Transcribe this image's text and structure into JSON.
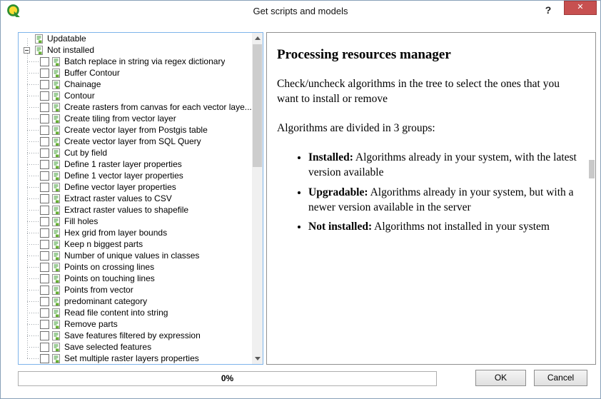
{
  "window": {
    "title": "Get scripts and models",
    "help_label": "?",
    "close_label": "✕"
  },
  "tree": {
    "groups": [
      {
        "label": "Updatable",
        "expander": false,
        "children": []
      },
      {
        "label": "Not installed",
        "expander": true,
        "children": [
          "Batch replace in string via regex dictionary",
          "Buffer Contour",
          "Chainage",
          "Contour",
          "Create rasters from canvas for each vector laye...",
          "Create tiling from vector layer",
          "Create vector layer from Postgis table",
          "Create vector layer from SQL Query",
          "Cut by field",
          "Define 1 raster layer properties",
          "Define 1 vector layer properties",
          "Define vector layer properties",
          "Extract raster values to CSV",
          "Extract raster values to shapefile",
          "Fill holes",
          "Hex grid from layer bounds",
          "Keep n biggest parts",
          "Number of unique values in classes",
          "Points on crossing lines",
          "Points on touching lines",
          "Points from vector",
          "predominant category",
          "Read file content into string",
          "Remove parts",
          "Save features filtered by expression",
          "Save selected features",
          "Set multiple raster layers properties"
        ]
      }
    ]
  },
  "help": {
    "title": "Processing resources manager",
    "intro": "Check/uncheck algorithms in the tree to select the ones that you want to install or remove",
    "groups_line": "Algorithms are divided in 3 groups:",
    "bullets": [
      {
        "term": "Installed:",
        "desc": "Algorithms already in your system, with the latest version available"
      },
      {
        "term": "Upgradable:",
        "desc": "Algorithms already in your system, but with a newer version available in the server"
      },
      {
        "term": "Not installed:",
        "desc": "Algorithms not installed in your system"
      }
    ]
  },
  "footer": {
    "progress": "0%",
    "ok_label": "OK",
    "cancel_label": "Cancel"
  },
  "colors": {
    "close_button": "#c75050",
    "tree_focus_border": "#7eb4ea",
    "icon_green": "#3f9c35"
  }
}
